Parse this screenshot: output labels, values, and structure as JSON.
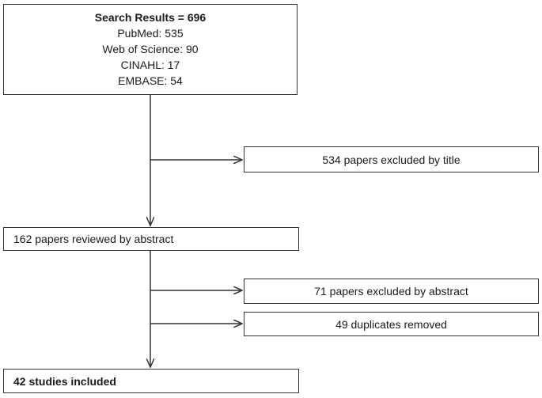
{
  "search": {
    "title": "Search Results = 696",
    "sources": [
      "PubMed: 535",
      "Web of Science: 90",
      "CINAHL: 17",
      "EMBASE: 54"
    ]
  },
  "excluded_title": "534 papers excluded by title",
  "reviewed_abstract": "162 papers reviewed by abstract",
  "excluded_abstract": "71 papers excluded by abstract",
  "duplicates": "49 duplicates removed",
  "included": "42 studies included",
  "colors": {
    "line": "#333333",
    "background": "#ffffff"
  }
}
